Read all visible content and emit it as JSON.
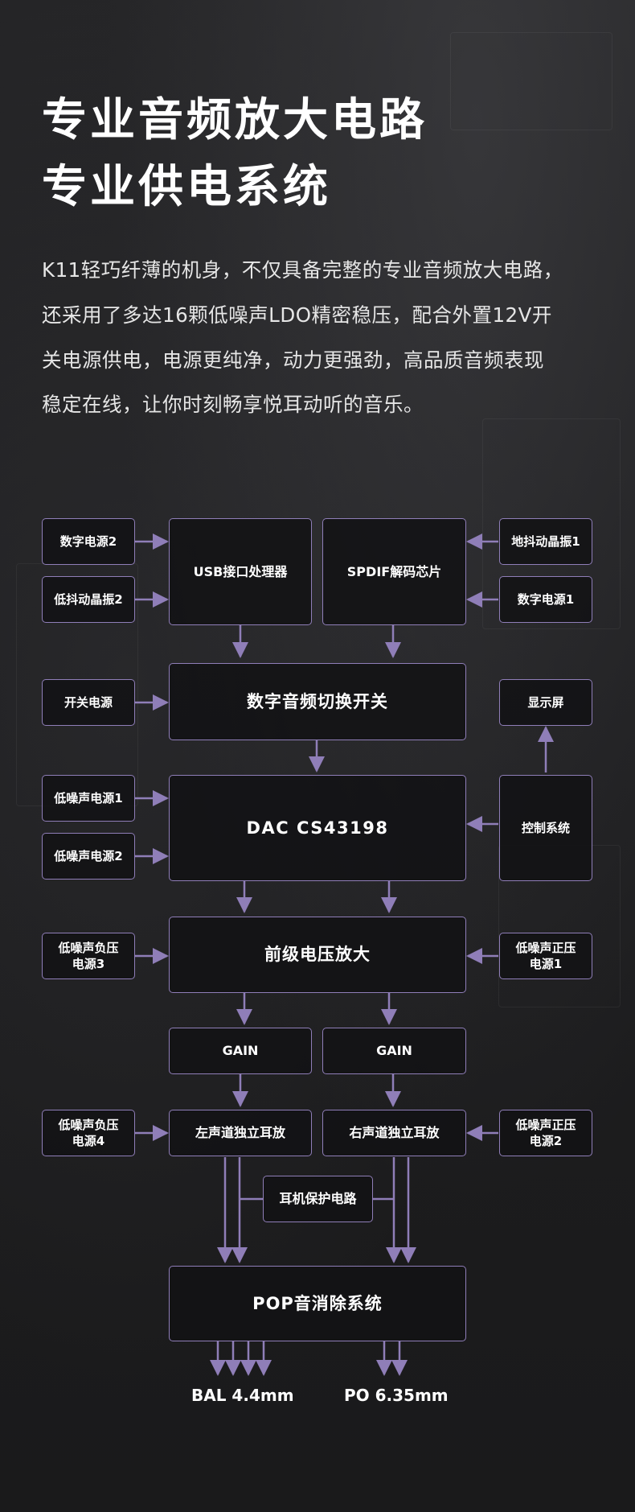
{
  "heading": {
    "line1": "专业音频放大电路",
    "line2": "专业供电系统"
  },
  "description": {
    "line1": "K11轻巧纤薄的机身，不仅具备完整的专业音频放大电路，",
    "line2": "还采用了多达16颗低噪声LDO精密稳压，配合外置12V开",
    "line3": "关电源供电，电源更纯净，动力更强劲，高品质音频表现",
    "line4": "稳定在线，让你时刻畅享悦耳动听的音乐。"
  },
  "colors": {
    "accent": "#8f7eb8",
    "text": "#ffffff",
    "background": "#1c1c1e"
  },
  "diagram": {
    "digital_power_2": "数字电源2",
    "low_jitter_osc_2": "低抖动晶振2",
    "usb_processor": "USB接口处理器",
    "spdif_decoder": "SPDIF解码芯片",
    "low_jitter_osc_1": "地抖动晶振1",
    "digital_power_1": "数字电源1",
    "switching_power": "开关电源",
    "digital_audio_switch": "数字音频切换开关",
    "display": "显示屏",
    "low_noise_power_1": "低噪声电源1",
    "low_noise_power_2": "低噪声电源2",
    "dac": "DAC CS43198",
    "control_system": "控制系统",
    "neg_power_3_l1": "低噪声负压",
    "neg_power_3_l2": "电源3",
    "preamp": "前级电压放大",
    "pos_power_1_l1": "低噪声正压",
    "pos_power_1_l2": "电源1",
    "gain_left": "GAIN",
    "gain_right": "GAIN",
    "neg_power_4_l1": "低噪声负压",
    "neg_power_4_l2": "电源4",
    "left_amp": "左声道独立耳放",
    "right_amp": "右声道独立耳放",
    "pos_power_2_l1": "低噪声正压",
    "pos_power_2_l2": "电源2",
    "protection": "耳机保护电路",
    "pop_removal": "POP音消除系统",
    "output_bal": "BAL 4.4mm",
    "output_po": "PO 6.35mm"
  }
}
